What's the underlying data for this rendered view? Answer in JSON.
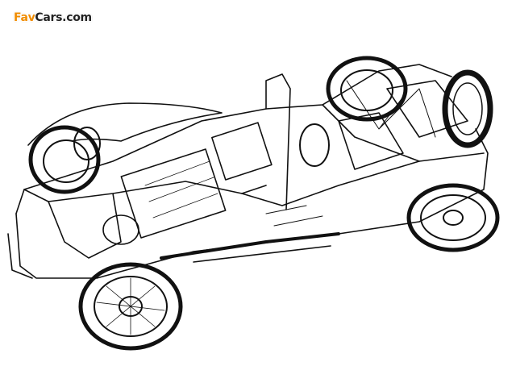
{
  "watermark": {
    "part1": "Fav",
    "part2": "Cars.com"
  },
  "illustration": {
    "subject": "cutaway-car-drawing",
    "line_color": "#111111",
    "background": "#ffffff"
  }
}
